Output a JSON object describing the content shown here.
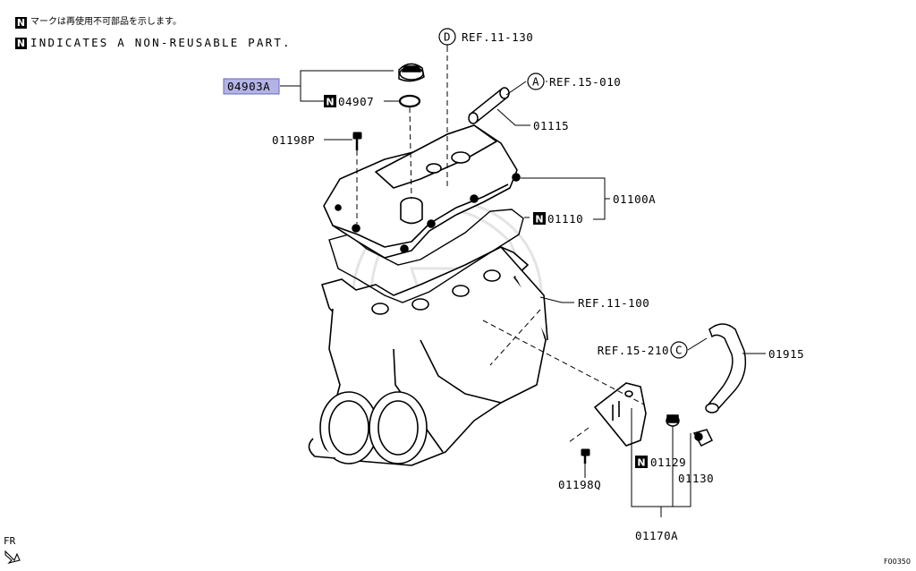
{
  "legend": {
    "n_mark": "N",
    "line_jp": "マークは再使用不可部品を示します。",
    "line_en": "INDICATES A NON-REUSABLE PART."
  },
  "parts": {
    "p04903A": "04903A",
    "p04907": "04907",
    "p01198P": "01198P",
    "p01115": "01115",
    "p01100A": "01100A",
    "p01110": "01110",
    "p01915": "01915",
    "p01129": "01129",
    "p01130": "01130",
    "p01198Q": "01198Q",
    "p01170A": "01170A"
  },
  "refs": {
    "ref_11_130": {
      "letter": "D",
      "text": "REF.11-130"
    },
    "ref_15_010": {
      "letter": "A",
      "text": "REF.15-010"
    },
    "ref_11_100": {
      "text": "REF.11-100"
    },
    "ref_15_210": {
      "letter": "C",
      "text": "REF.15-210"
    }
  },
  "orientation_label": "FR",
  "figure_code": "F00350",
  "highlight_color": "#b3b3e6"
}
